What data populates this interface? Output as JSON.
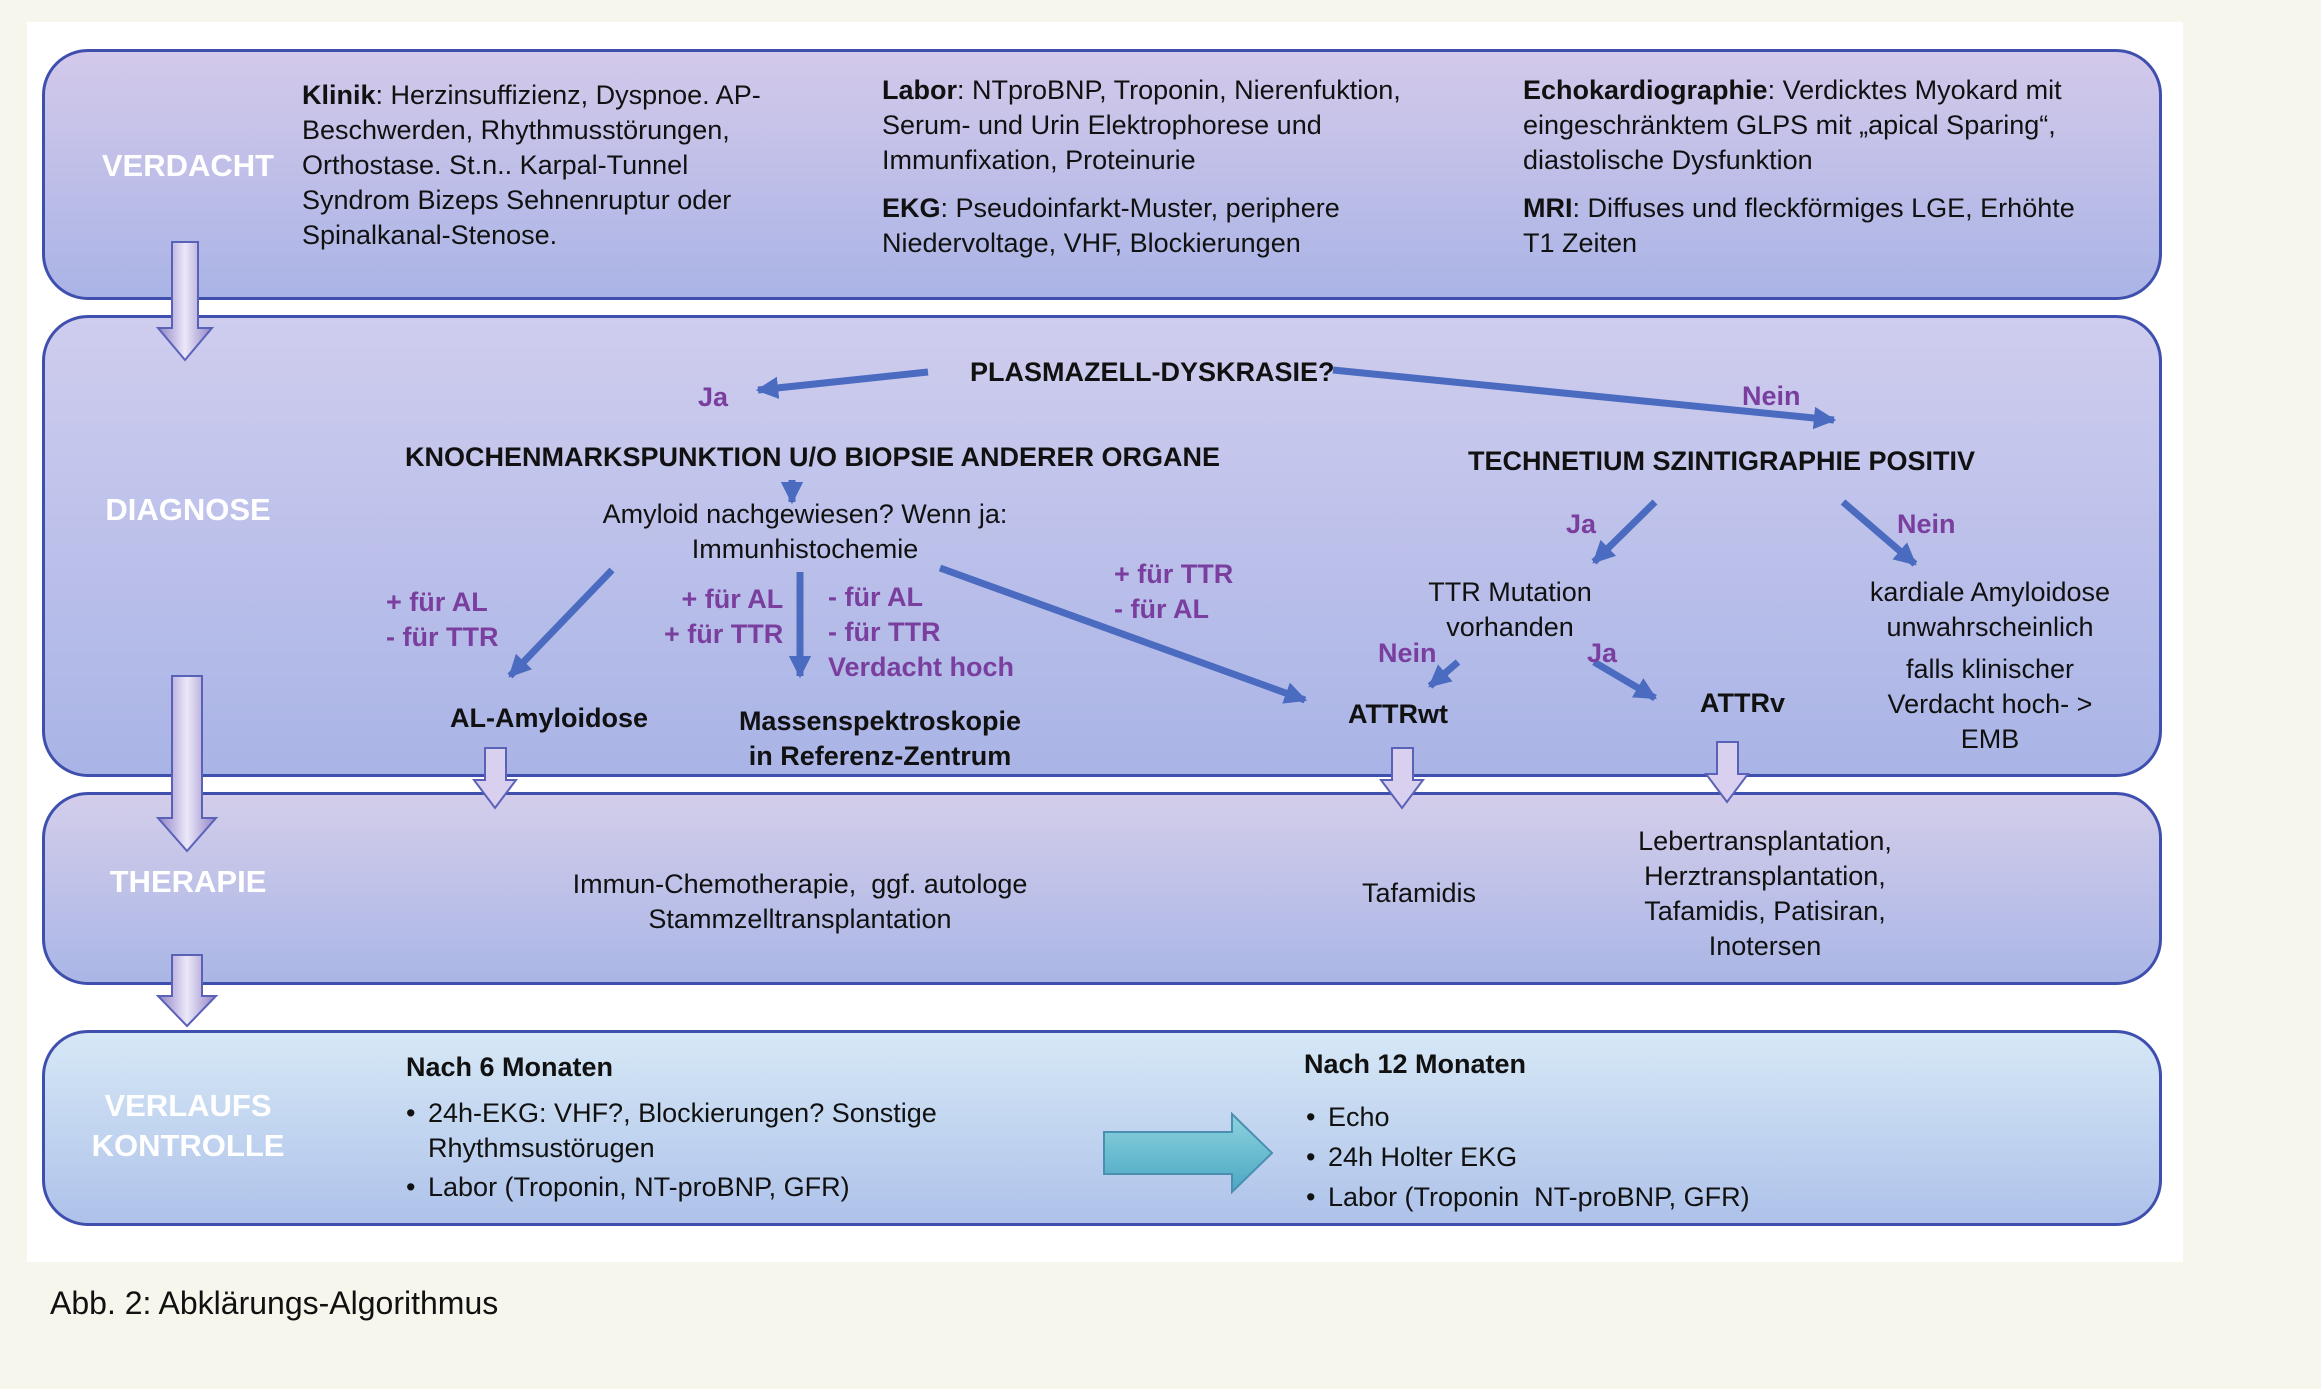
{
  "verdacht": {
    "label": "VERDACHT",
    "klinik_label": "Klinik",
    "klinik_text": ": Herzinsuffizienz, Dyspnoe. AP-\nBeschwerden, Rhythmusstörungen,\nOrthostase. St.n.. Karpal-Tunnel\nSyndrom Bizeps Sehnenruptur oder\nSpinalkanal-Stenose.",
    "labor_label": "Labor",
    "labor_text": ": NTproBNP, Troponin, Nierenfuktion,\nSerum- und Urin Elektrophorese und\nImmunfixation, Proteinurie",
    "ekg_label": "EKG",
    "ekg_text": ": Pseudoinfarkt-Muster, periphere\nNiedervoltage, VHF, Blockierungen",
    "echo_label": "Echokardiographie",
    "echo_text": ": Verdicktes Myokard mit\neingeschränktem GLPS mit „apical Sparing“,\ndiastolische Dysfunktion",
    "mri_label": "MRI",
    "mri_text": ": Diffuses und fleckförmiges LGE, Erhöhte\nT1 Zeiten"
  },
  "diagnose": {
    "label": "DIAGNOSE",
    "question": "PLASMAZELL-DYSKRASIE?",
    "ja": "Ja",
    "nein": "Nein",
    "left_heading": "KNOCHENMARKSPUNKTION  U/O BIOPSIE ANDERER ORGANE",
    "amyloid_question": "Amyloid nachgewiesen? Wenn ja:\nImmunhistochemie",
    "branch_al": "+ für AL\n- für TTR",
    "branch_both": "+ für AL\n+ für TTR",
    "branch_none": "- für AL\n- für TTR\nVerdacht hoch",
    "branch_ttr": "+ für TTR\n- für AL",
    "al_amyloidose": "AL-Amyloidose",
    "massenspektroskopie": "Massenspektroskopie\nin Referenz-Zentrum",
    "right_heading": "TECHNETIUM SZINTIGRAPHIE POSITIV",
    "ja2": "Ja",
    "nein2": "Nein",
    "ttr_mutation": "TTR Mutation\nvorhanden",
    "unwahrscheinlich": "kardiale Amyloidose\nunwahrscheinlich",
    "falls_hoch": "falls klinischer\nVerdacht hoch- >\nEMB",
    "nein3": "Nein",
    "ja3": "Ja",
    "attrwt": "ATTRwt",
    "attrv": "ATTRv"
  },
  "therapie": {
    "label": "THERAPIE",
    "al_therapy": "Immun-Chemotherapie,  ggf. autologe\nStammzelltransplantation",
    "attrwt_therapy": "Tafamidis",
    "attrv_therapy": "Lebertransplantation,\nHerztransplantation,\nTafamidis, Patisiran,\nInotersen"
  },
  "verlauf": {
    "label": "VERLAUFS\nKONTROLLE",
    "six_title": "Nach 6 Monaten",
    "six_items": [
      "24h-EKG: VHF?, Blockierungen? Sonstige\nRhythmsustörugen",
      "Labor (Troponin, NT-proBNP, GFR)"
    ],
    "twelve_title": "Nach 12 Monaten",
    "twelve_items": [
      "Echo",
      "24h Holter EKG",
      "Labor (Troponin  NT-proBNP, GFR)"
    ]
  },
  "caption": "Abb. 2: Abklärungs-Algorithmus",
  "colors": {
    "arrow_blue": "#4a6bc0",
    "label_purple": "#7a3f9e",
    "side_label": "#ffffff",
    "band_border": "#3f4fae"
  }
}
